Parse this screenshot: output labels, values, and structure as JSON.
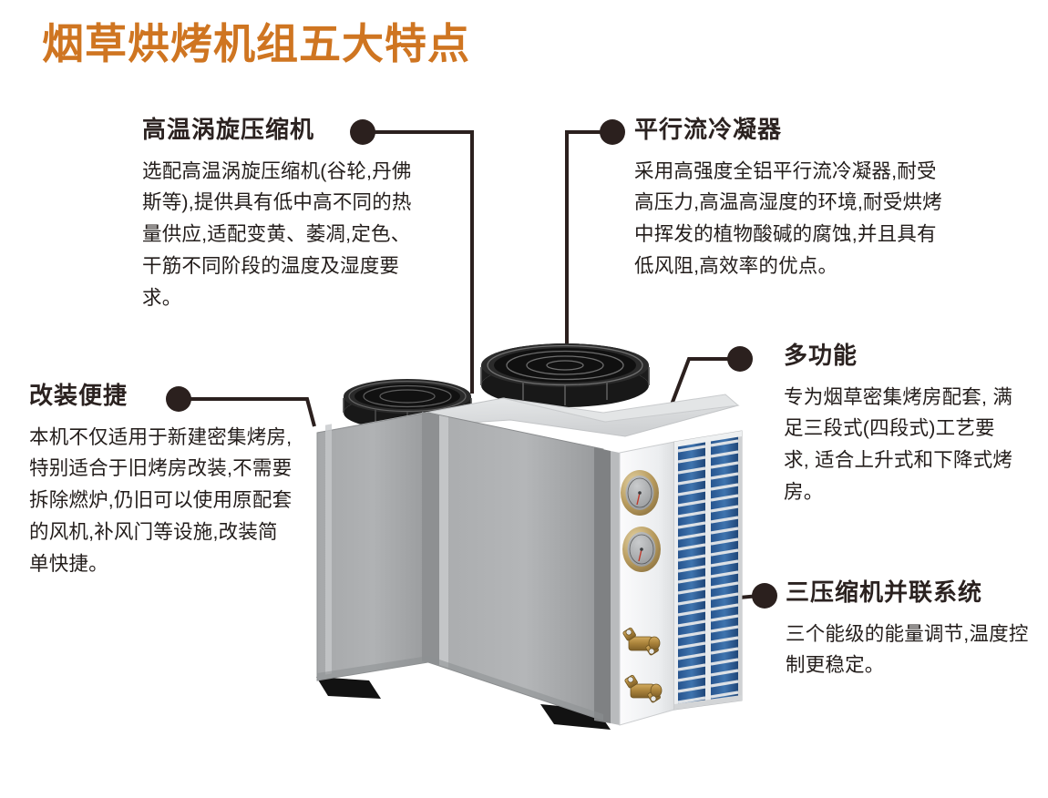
{
  "page": {
    "title": "烟草烘烤机组五大特点",
    "title_color": "#cf7521",
    "heading_color": "#2b2220",
    "body_color": "#231d1b",
    "background_color": "#ffffff",
    "leader_color": "#2b201e"
  },
  "features": [
    {
      "id": "high-temp-scroll-compressor",
      "heading": "高温涡旋压缩机",
      "body": "选配高温涡旋压缩机(谷轮,丹佛斯等),提供具有低中高不同的热量供应,适配变黄、萎凋,定色、干筋不同阶段的温度及湿度要求。",
      "dot_side": "right"
    },
    {
      "id": "parallel-flow-condenser",
      "heading": "平行流冷凝器",
      "body": "采用高强度全铝平行流冷凝器,耐受高压力,高温高湿度的环境,耐受烘烤中挥发的植物酸碱的腐蚀,并且具有低风阻,高效率的优点。",
      "dot_side": "left"
    },
    {
      "id": "multi-function",
      "heading": "多功能",
      "body": "专为烟草密集烤房配套, 满足三段式(四段式)工艺要求, 适合上升式和下降式烤房。",
      "dot_side": "left"
    },
    {
      "id": "triple-compressor-parallel-system",
      "heading": "三压缩机并联系统",
      "body": "三个能级的能量调节,温度控制更稳定。",
      "dot_side": "left"
    },
    {
      "id": "easy-retrofit",
      "heading": "改装便捷",
      "body": "本机不仅适用于新建密集烤房,特别适合于旧烤房改装,不需要拆除燃炉,仍旧可以使用原配套的风机,补风门等设施,改装简单快捷。",
      "dot_side": "right"
    }
  ],
  "product": {
    "name": "air-source-heat-pump-unit",
    "body_color": "#9fa1a3",
    "panel_light": "#b9bbbd",
    "panel_face": "#f2f3f4",
    "fin_color": "#2f5f9e",
    "brass_color": "#b08a3e",
    "fan_guard_color": "#1c1c1c",
    "foot_color": "#111111",
    "parts": [
      {
        "name": "fan-guard-rear",
        "label": ""
      },
      {
        "name": "fan-guard-front",
        "label": ""
      },
      {
        "name": "pressure-gauge-high",
        "label": ""
      },
      {
        "name": "pressure-gauge-low",
        "label": ""
      },
      {
        "name": "brass-valve-upper",
        "label": ""
      },
      {
        "name": "brass-valve-lower",
        "label": ""
      },
      {
        "name": "condenser-fin-array",
        "label": ""
      },
      {
        "name": "base-foot-left",
        "label": ""
      },
      {
        "name": "base-foot-right",
        "label": ""
      }
    ]
  }
}
